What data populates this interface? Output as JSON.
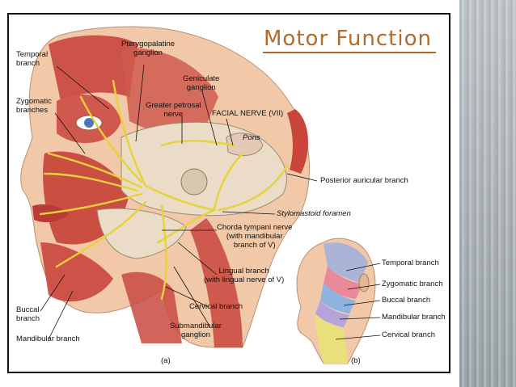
{
  "title": "Motor Function",
  "labels": {
    "temporal_branch": "Temporal\nbranch",
    "pterygopalatine": "Pterygopalatine\nganglion",
    "geniculate": "Geniculate\nganglion",
    "greater_petrosal": "Greater petrosal\nnerve",
    "facial_nerve": "FACIAL NERVE (VII)",
    "zygomatic_branches": "Zygomatic\nbranches",
    "pons": "Pons",
    "posterior_auricular": "Posterior auricular branch",
    "stylomastoid": "Stylomastoid foramen",
    "chorda_tympani": "Chorda tympani nerve\n(with mandibular\nbranch of V)",
    "lingual_branch": "Lingual branch\n(with lingual nerve of V)",
    "cervical_branch": "Cervical branch",
    "submandibular": "Submandibular\nganglion",
    "buccal_branch": "Buccal\nbranch",
    "mandibular_branch": "Mandibular branch",
    "panel_a": "(a)",
    "panel_b": "(b)",
    "b_temporal": "Temporal branch",
    "b_zygomatic": "Zygomatic branch",
    "b_buccal": "Buccal branch",
    "b_mandibular": "Mandibular branch",
    "b_cervical": "Cervical branch"
  },
  "colors": {
    "title": "#b56a2a",
    "nerve": "#e8d23a",
    "muscle": "#c9453c",
    "skin": "#f2c9a8",
    "bone": "#eadcc7",
    "zone_temporal": "#aab4d6",
    "zone_zygomatic": "#e98a9a",
    "zone_buccal": "#8fb4e0",
    "zone_mandibular": "#b5a3d9",
    "zone_cervical": "#e8e07a"
  }
}
